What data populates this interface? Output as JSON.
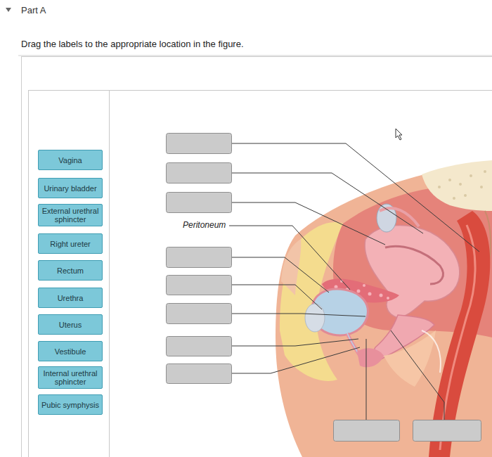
{
  "diagram": {
    "title": "Part A",
    "nodes": [
      {
        "text": [
          "Vagina"
        ]
      },
      {
        "text": [
          "Urinary bladder"
        ]
      },
      {
        "text": [
          "External urethral sphincter"
        ]
      },
      {
        "text": [
          "Right ureter"
        ]
      },
      {
        "text": [
          "Rectum"
        ]
      },
      {
        "text": [
          "Urethra"
        ]
      },
      {
        "text": [
          "Uterus"
        ]
      },
      {
        "text": [
          "Vestibule"
        ]
      },
      {
        "text": [
          "Internal urethral sphincter"
        ]
      },
      {
        "text": [
          "Pubic symphysis"
        ]
      }
    ],
    "labels": [
      "Drag the labels to the appropriate location in the figure.",
      "Peritoneum"
    ]
  }
}
